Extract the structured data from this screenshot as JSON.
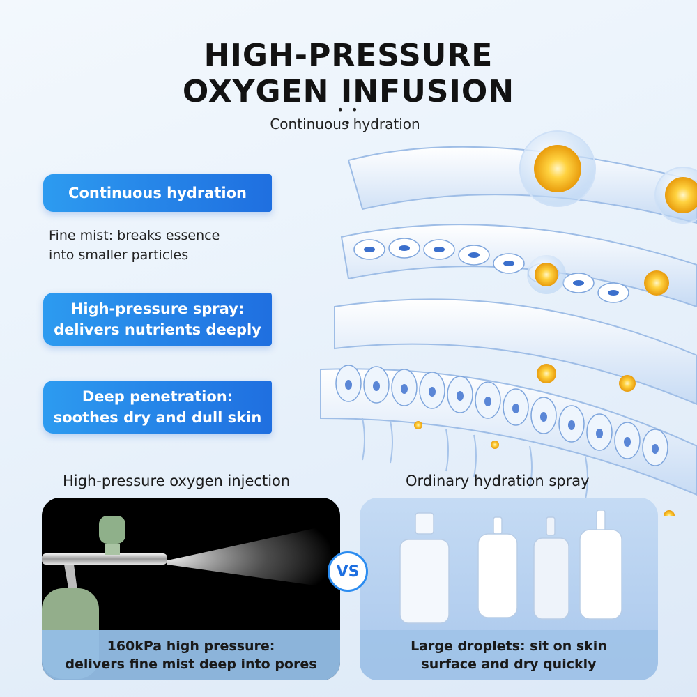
{
  "header": {
    "title_line1": "HIGH-PRESSURE",
    "title_line2": "OXYGEN INFUSION",
    "dots": "• • •",
    "subtitle": "Continuous hydration"
  },
  "features": [
    {
      "line1": "Continuous hydration",
      "line2": ""
    },
    {
      "line1": "High-pressure spray:",
      "line2": "delivers nutrients deeply"
    },
    {
      "line1": "Deep penetration:",
      "line2": "soothes dry and dull skin"
    }
  ],
  "feature_desc": {
    "line1": "Fine mist: breaks essence",
    "line2": "into smaller particles"
  },
  "comparison": {
    "left_label": "High-pressure oxygen injection",
    "right_label": "Ordinary hydration spray",
    "left_caption_line1": "160kPa high pressure:",
    "left_caption_line2": "delivers fine mist deep into pores",
    "right_caption_line1": "Large droplets: sit on skin",
    "right_caption_line2": "surface and dry quickly",
    "vs": "VS"
  },
  "colors": {
    "accent": "#1f6fe0",
    "accent_light": "#2d9bf0",
    "gold": "#f3b21b"
  }
}
